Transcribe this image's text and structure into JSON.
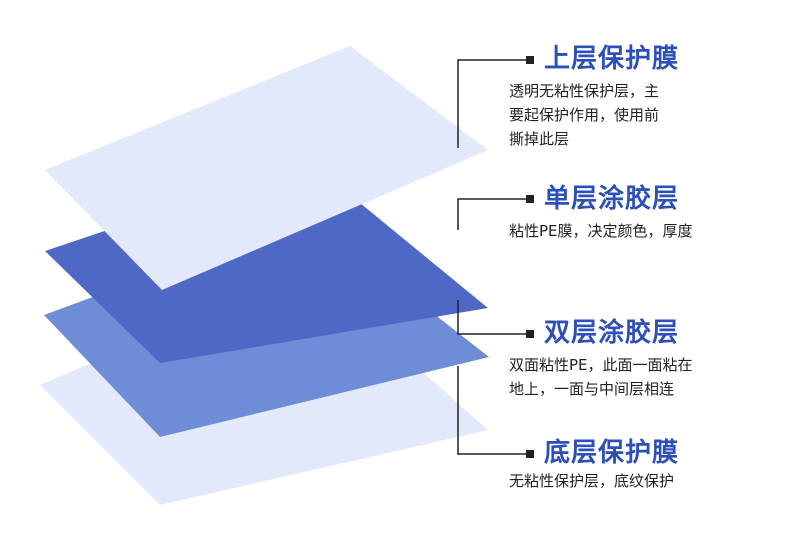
{
  "colors": {
    "top_layer": "#e1e9fa",
    "single_adhesive_layer": "#5068c5",
    "double_adhesive_layer": "#6f8cd6",
    "bottom_layer": "#e1e9fa",
    "title": "#2d4fb8",
    "connector": "#222222"
  },
  "layers": [
    {
      "id": "top",
      "title": "上层保护膜",
      "description": "透明无粘性保护层，主\n要起保护作用，使用前\n撕掉此层"
    },
    {
      "id": "single-adhesive",
      "title": "单层涂胶层",
      "description": "粘性PE膜，决定颜色，厚度"
    },
    {
      "id": "double-adhesive",
      "title": "双层涂胶层",
      "description": "双面粘性PE，此面一面粘在\n地上，一面与中间层相连"
    },
    {
      "id": "bottom",
      "title": "底层保护膜",
      "description": "无粘性保护层，底纹保护"
    }
  ]
}
